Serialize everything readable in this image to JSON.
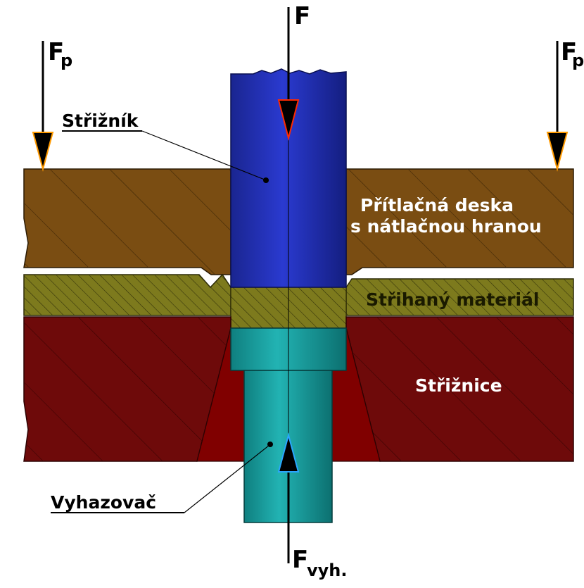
{
  "labels": {
    "punch": "Střižník",
    "pressure_plate_line1": "Přítlačná deska",
    "pressure_plate_line2": "s nátlačnou hranou",
    "sheared_material": "Střihaný materiál",
    "die": "Střižnice",
    "ejector": "Vyhazovač"
  },
  "forces": {
    "main": {
      "symbol": "F",
      "subscript": ""
    },
    "pressure_left": {
      "symbol": "F",
      "subscript": "p"
    },
    "pressure_right": {
      "symbol": "F",
      "subscript": "p"
    },
    "ejector": {
      "symbol": "F",
      "subscript": "vyh."
    }
  },
  "colors": {
    "pressure_plate": "#7a4d12",
    "sheared_material": "#7d7a1d",
    "die": "#6e0a0a",
    "die_opening": "#800000",
    "punch": "#1c2a9e",
    "ejector": "#129090",
    "force_arrow": "#000000",
    "arrow_outline_main": "#ff2a00",
    "arrow_outline_pressure": "#ff9a00",
    "arrow_outline_ejector": "#2aa6ff"
  }
}
